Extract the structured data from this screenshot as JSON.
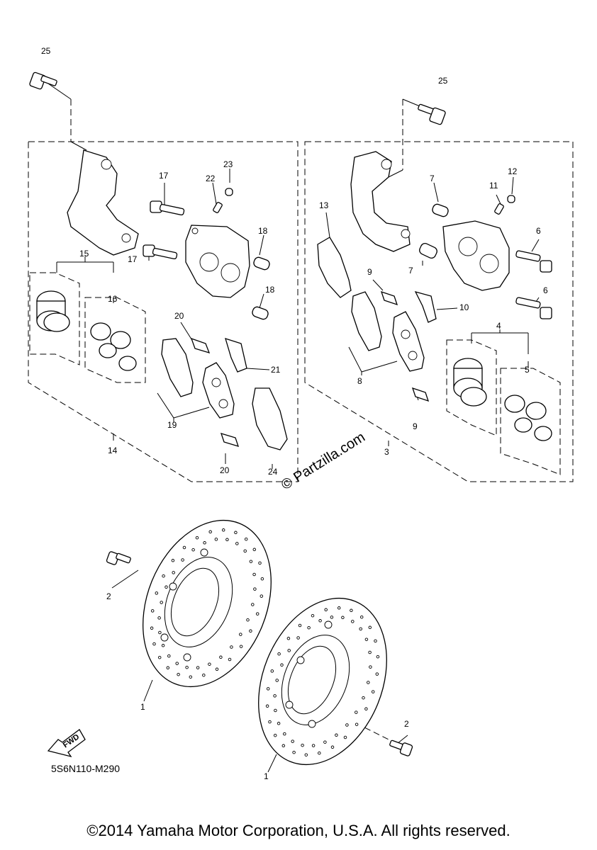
{
  "diagram": {
    "callouts": {
      "c25l": "25",
      "c25r": "25",
      "c17a": "17",
      "c17b": "17",
      "c22": "22",
      "c23": "23",
      "c18a": "18",
      "c18b": "18",
      "c15": "15",
      "c16": "16",
      "c20a": "20",
      "c20b": "20",
      "c21": "21",
      "c19": "19",
      "c24": "24",
      "c14": "14",
      "c13": "13",
      "c7a": "7",
      "c7b": "7",
      "c11": "11",
      "c12": "12",
      "c6a": "6",
      "c6b": "6",
      "c9a": "9",
      "c9b": "9",
      "c10": "10",
      "c8": "8",
      "c4": "4",
      "c5": "5",
      "c3": "3",
      "c2a": "2",
      "c2b": "2",
      "c1a": "1",
      "c1b": "1"
    },
    "watermark": "© Partzilla.com",
    "fwd_label": "FWD",
    "part_code": "5S6N110-M290"
  },
  "footer": {
    "copyright": "©2014 Yamaha Motor Corporation, U.S.A. All rights reserved."
  }
}
